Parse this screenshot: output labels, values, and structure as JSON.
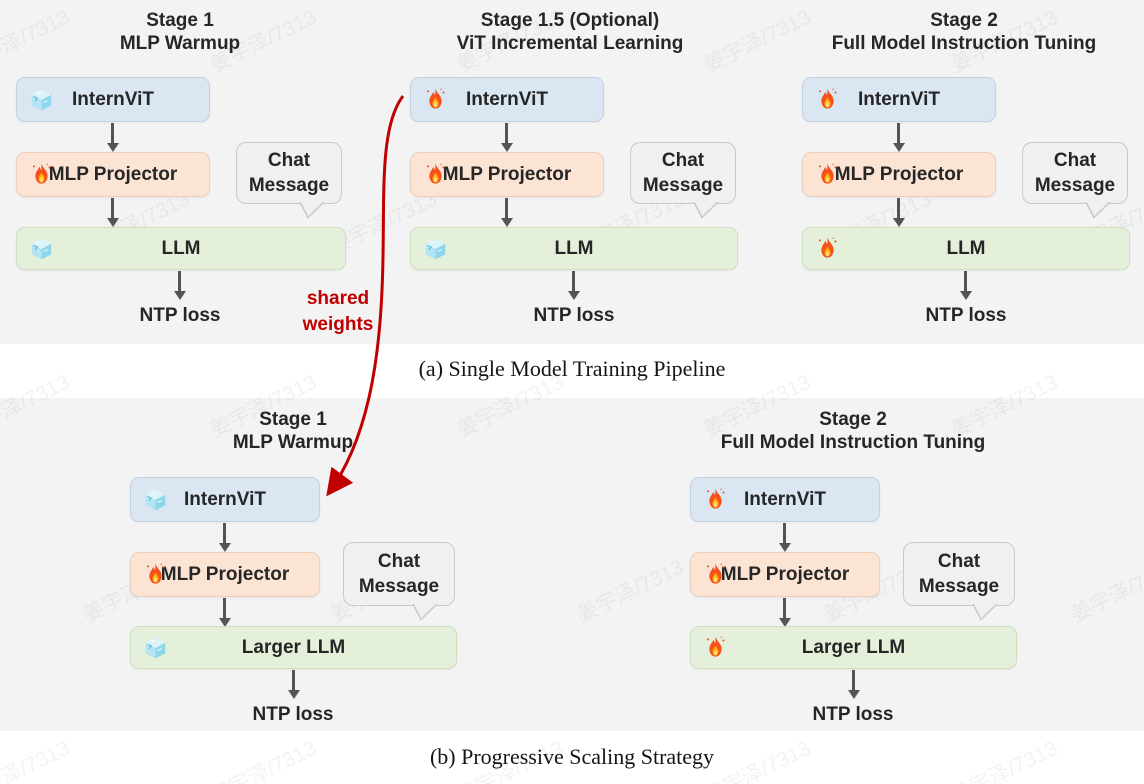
{
  "watermark_text": "姜宇泽/7313",
  "colors": {
    "section_bg": "#f3f3f3",
    "vit_box": "#dae7f3",
    "projector_box": "#fce4d5",
    "llm_box": "#e5f0da",
    "chat_bubble": "#f0f0f0",
    "arrow": "#545454",
    "shared_weights_red": "#bf0000"
  },
  "shared_weights": {
    "line1": "shared",
    "line2": "weights"
  },
  "sections": [
    {
      "caption": "(a) Single Model Training Pipeline",
      "stages": [
        {
          "title1": "Stage 1",
          "title2": "MLP Warmup",
          "vit": {
            "label": "InternViT",
            "state": "frozen",
            "icon": "ice-cube-icon"
          },
          "projector": {
            "label": "MLP Projector",
            "state": "trainable",
            "icon": "fire-icon"
          },
          "llm": {
            "label": "LLM",
            "state": "frozen",
            "icon": "ice-cube-icon"
          },
          "chat": {
            "line1": "Chat",
            "line2": "Message"
          },
          "loss": "NTP loss"
        },
        {
          "title1": "Stage 1.5 (Optional)",
          "title2": "ViT Incremental Learning",
          "vit": {
            "label": "InternViT",
            "state": "trainable",
            "icon": "fire-icon"
          },
          "projector": {
            "label": "MLP Projector",
            "state": "trainable",
            "icon": "fire-icon"
          },
          "llm": {
            "label": "LLM",
            "state": "frozen",
            "icon": "ice-cube-icon"
          },
          "chat": {
            "line1": "Chat",
            "line2": "Message"
          },
          "loss": "NTP loss"
        },
        {
          "title1": "Stage 2",
          "title2": "Full Model Instruction Tuning",
          "vit": {
            "label": "InternViT",
            "state": "trainable",
            "icon": "fire-icon"
          },
          "projector": {
            "label": "MLP Projector",
            "state": "trainable",
            "icon": "fire-icon"
          },
          "llm": {
            "label": "LLM",
            "state": "trainable",
            "icon": "fire-icon"
          },
          "chat": {
            "line1": "Chat",
            "line2": "Message"
          },
          "loss": "NTP loss"
        }
      ]
    },
    {
      "caption": "(b) Progressive Scaling Strategy",
      "stages": [
        {
          "title1": "Stage 1",
          "title2": "MLP Warmup",
          "vit": {
            "label": "InternViT",
            "state": "frozen",
            "icon": "ice-cube-icon"
          },
          "projector": {
            "label": "MLP Projector",
            "state": "trainable",
            "icon": "fire-icon"
          },
          "llm": {
            "label": "Larger LLM",
            "state": "frozen",
            "icon": "ice-cube-icon"
          },
          "chat": {
            "line1": "Chat",
            "line2": "Message"
          },
          "loss": "NTP loss"
        },
        {
          "title1": "Stage 2",
          "title2": "Full Model Instruction Tuning",
          "vit": {
            "label": "InternViT",
            "state": "trainable",
            "icon": "fire-icon"
          },
          "projector": {
            "label": "MLP Projector",
            "state": "trainable",
            "icon": "fire-icon"
          },
          "llm": {
            "label": "Larger LLM",
            "state": "trainable",
            "icon": "fire-icon"
          },
          "chat": {
            "line1": "Chat",
            "line2": "Message"
          },
          "loss": "NTP loss"
        }
      ]
    }
  ]
}
